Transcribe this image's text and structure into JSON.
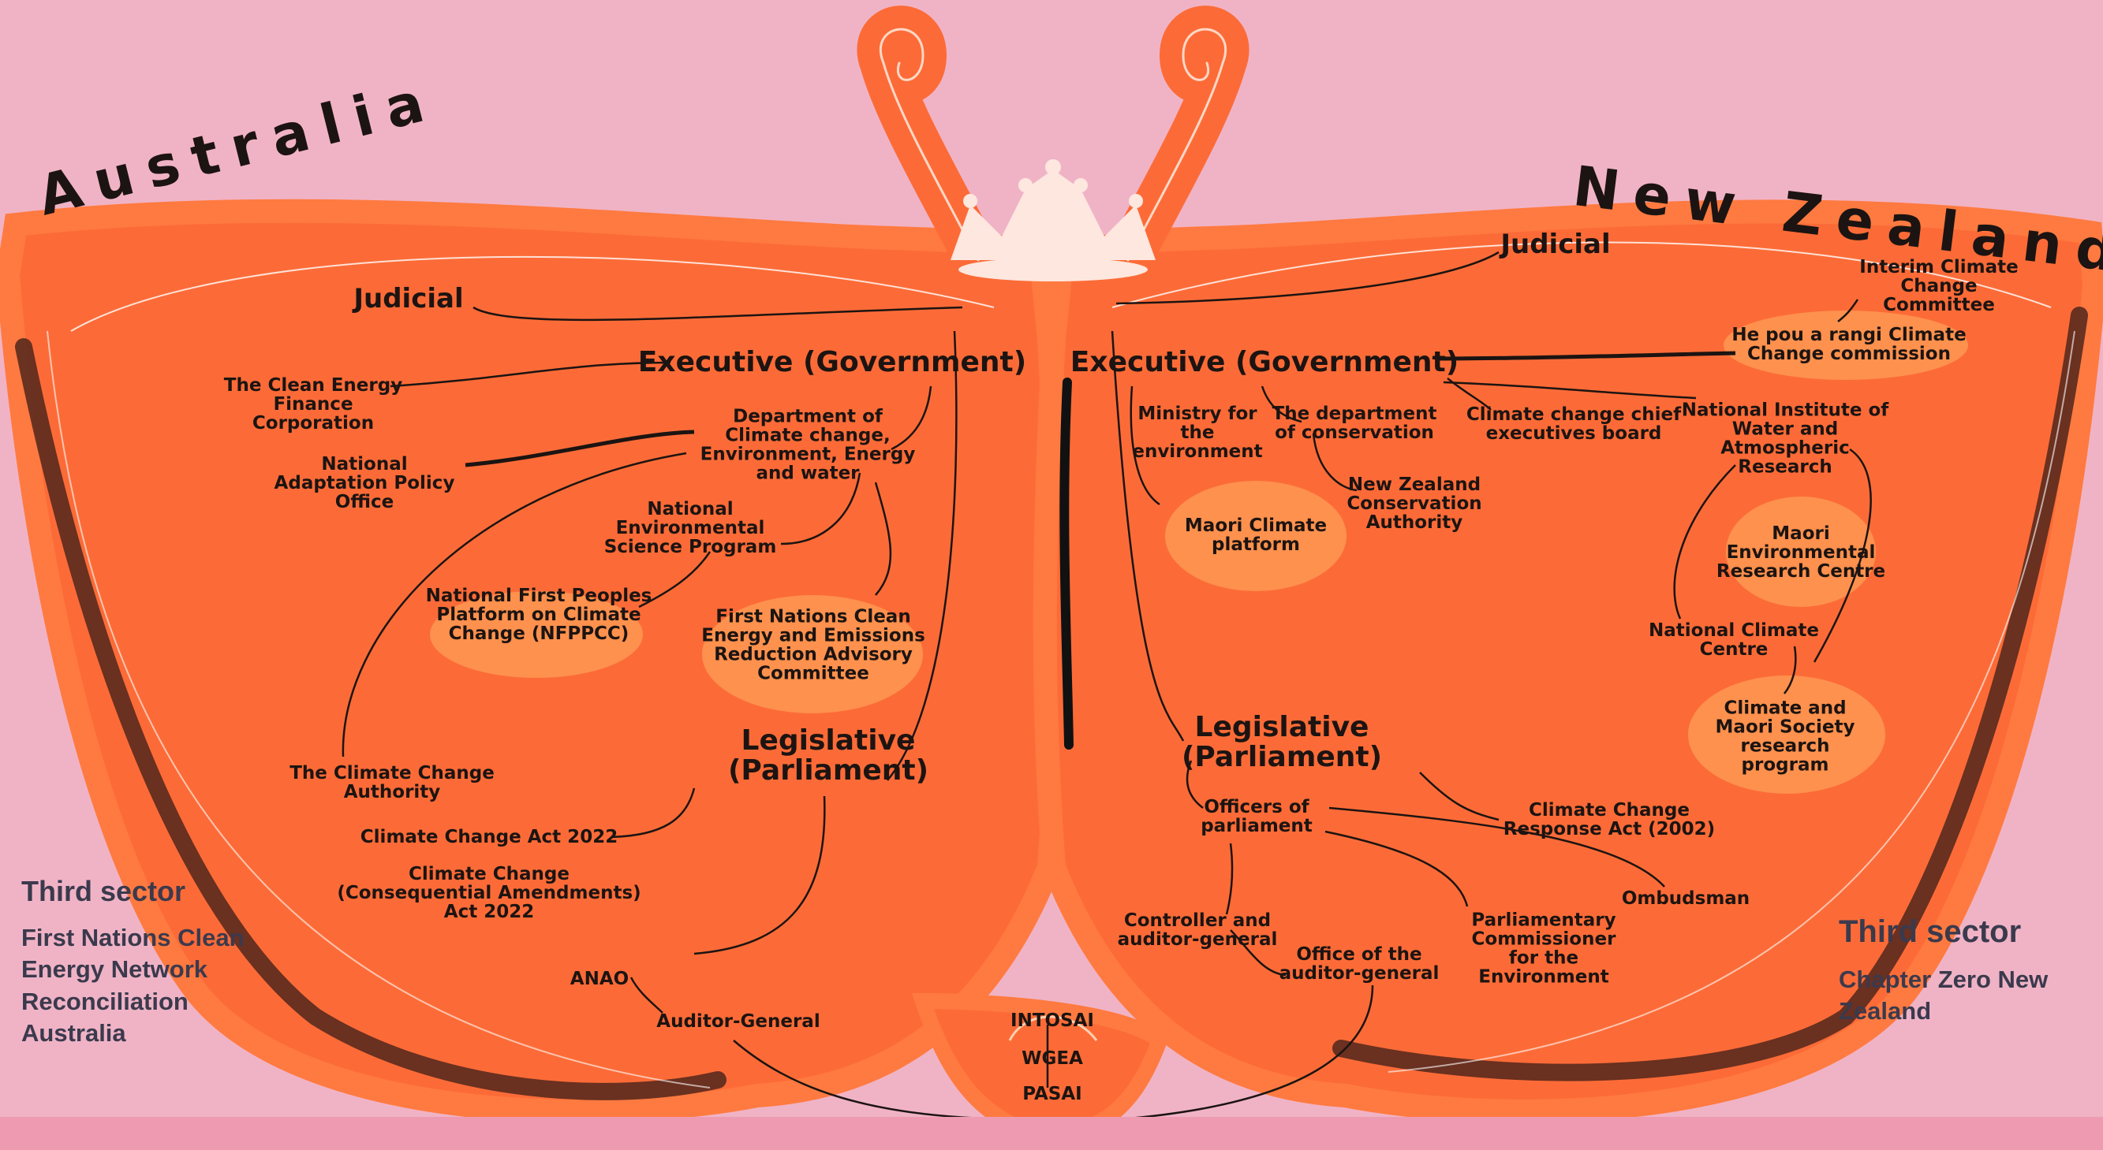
{
  "colors": {
    "background": "#f0b3c6",
    "wing": "#fc6b37",
    "wing_glow": "#ff8a3a",
    "outline": "#6b2a1c",
    "highlight": "#ffb07a",
    "text": "#1c1412",
    "third_sector_text": "#3b3a4d"
  },
  "icons": {
    "crown": "crown-icon",
    "antennae": "antennae-icon"
  },
  "australia": {
    "title": "Australia",
    "judicial": "Judicial",
    "executive": "Executive (Government)",
    "clean_energy_finance": "The Clean Energy\nFinance\nCorporation",
    "adaptation_office": "National\nAdaptation Policy\nOffice",
    "dept_climate": "Department of\nClimate change,\nEnvironment, Energy\nand water",
    "env_science": "National\nEnvironmental\nScience Program",
    "nfppcc": "National First Peoples\nPlatform on Climate\nChange (NFPPCC)",
    "first_nations_advisory": "First Nations Clean\nEnergy and Emissions\nReduction Advisory\nCommittee",
    "legislative": "Legislative\n(Parliament)",
    "climate_authority": "The Climate Change\nAuthority",
    "cc_act": "Climate Change Act 2022",
    "cc_amendments": "Climate Change\n(Consequential Amendments)\nAct 2022",
    "anao": "ANAO",
    "auditor_general": "Auditor-General"
  },
  "new_zealand": {
    "title": "New Zealand",
    "judicial": "Judicial",
    "interim_committee": "Interim Climate\nChange\nCommittee",
    "he_pou": "He pou a rangi Climate\nChange commission",
    "executive": "Executive (Government)",
    "ministry_env": "Ministry for\nthe\nenvironment",
    "dept_conservation": "The department\nof conservation",
    "chief_execs": "Climate change chief\nexecutives board",
    "niwa": "National Institute of\nWater and\nAtmospheric\nResearch",
    "nz_conservation": "New Zealand\nConservation\nAuthority",
    "maori_platform": "Maori Climate\nplatform",
    "maori_env_centre": "Maori\nEnvironmental\nResearch Centre",
    "climate_centre": "National Climate\nCentre",
    "maori_society": "Climate and\nMaori Society\nresearch\nprogram",
    "legislative": "Legislative\n(Parliament)",
    "officers": "Officers of\nparliament",
    "response_act": "Climate Change\nResponse Act (2002)",
    "ombudsman": "Ombudsman",
    "controller": "Controller and\nauditor-general",
    "office_auditor": "Office of the\nauditor-general",
    "commissioner": "Parliamentary\nCommissioner\nfor the\nEnvironment"
  },
  "center": {
    "intosai": "INTOSAI",
    "wgea": "WGEA",
    "pasai": "PASAI"
  },
  "third_sector_left": {
    "heading": "Third sector",
    "items": [
      "First Nations Clean",
      "Energy Network",
      "Reconciliation",
      "Australia"
    ]
  },
  "third_sector_right": {
    "heading": "Third sector",
    "items": [
      "Chapter Zero New",
      "Zealand"
    ]
  }
}
